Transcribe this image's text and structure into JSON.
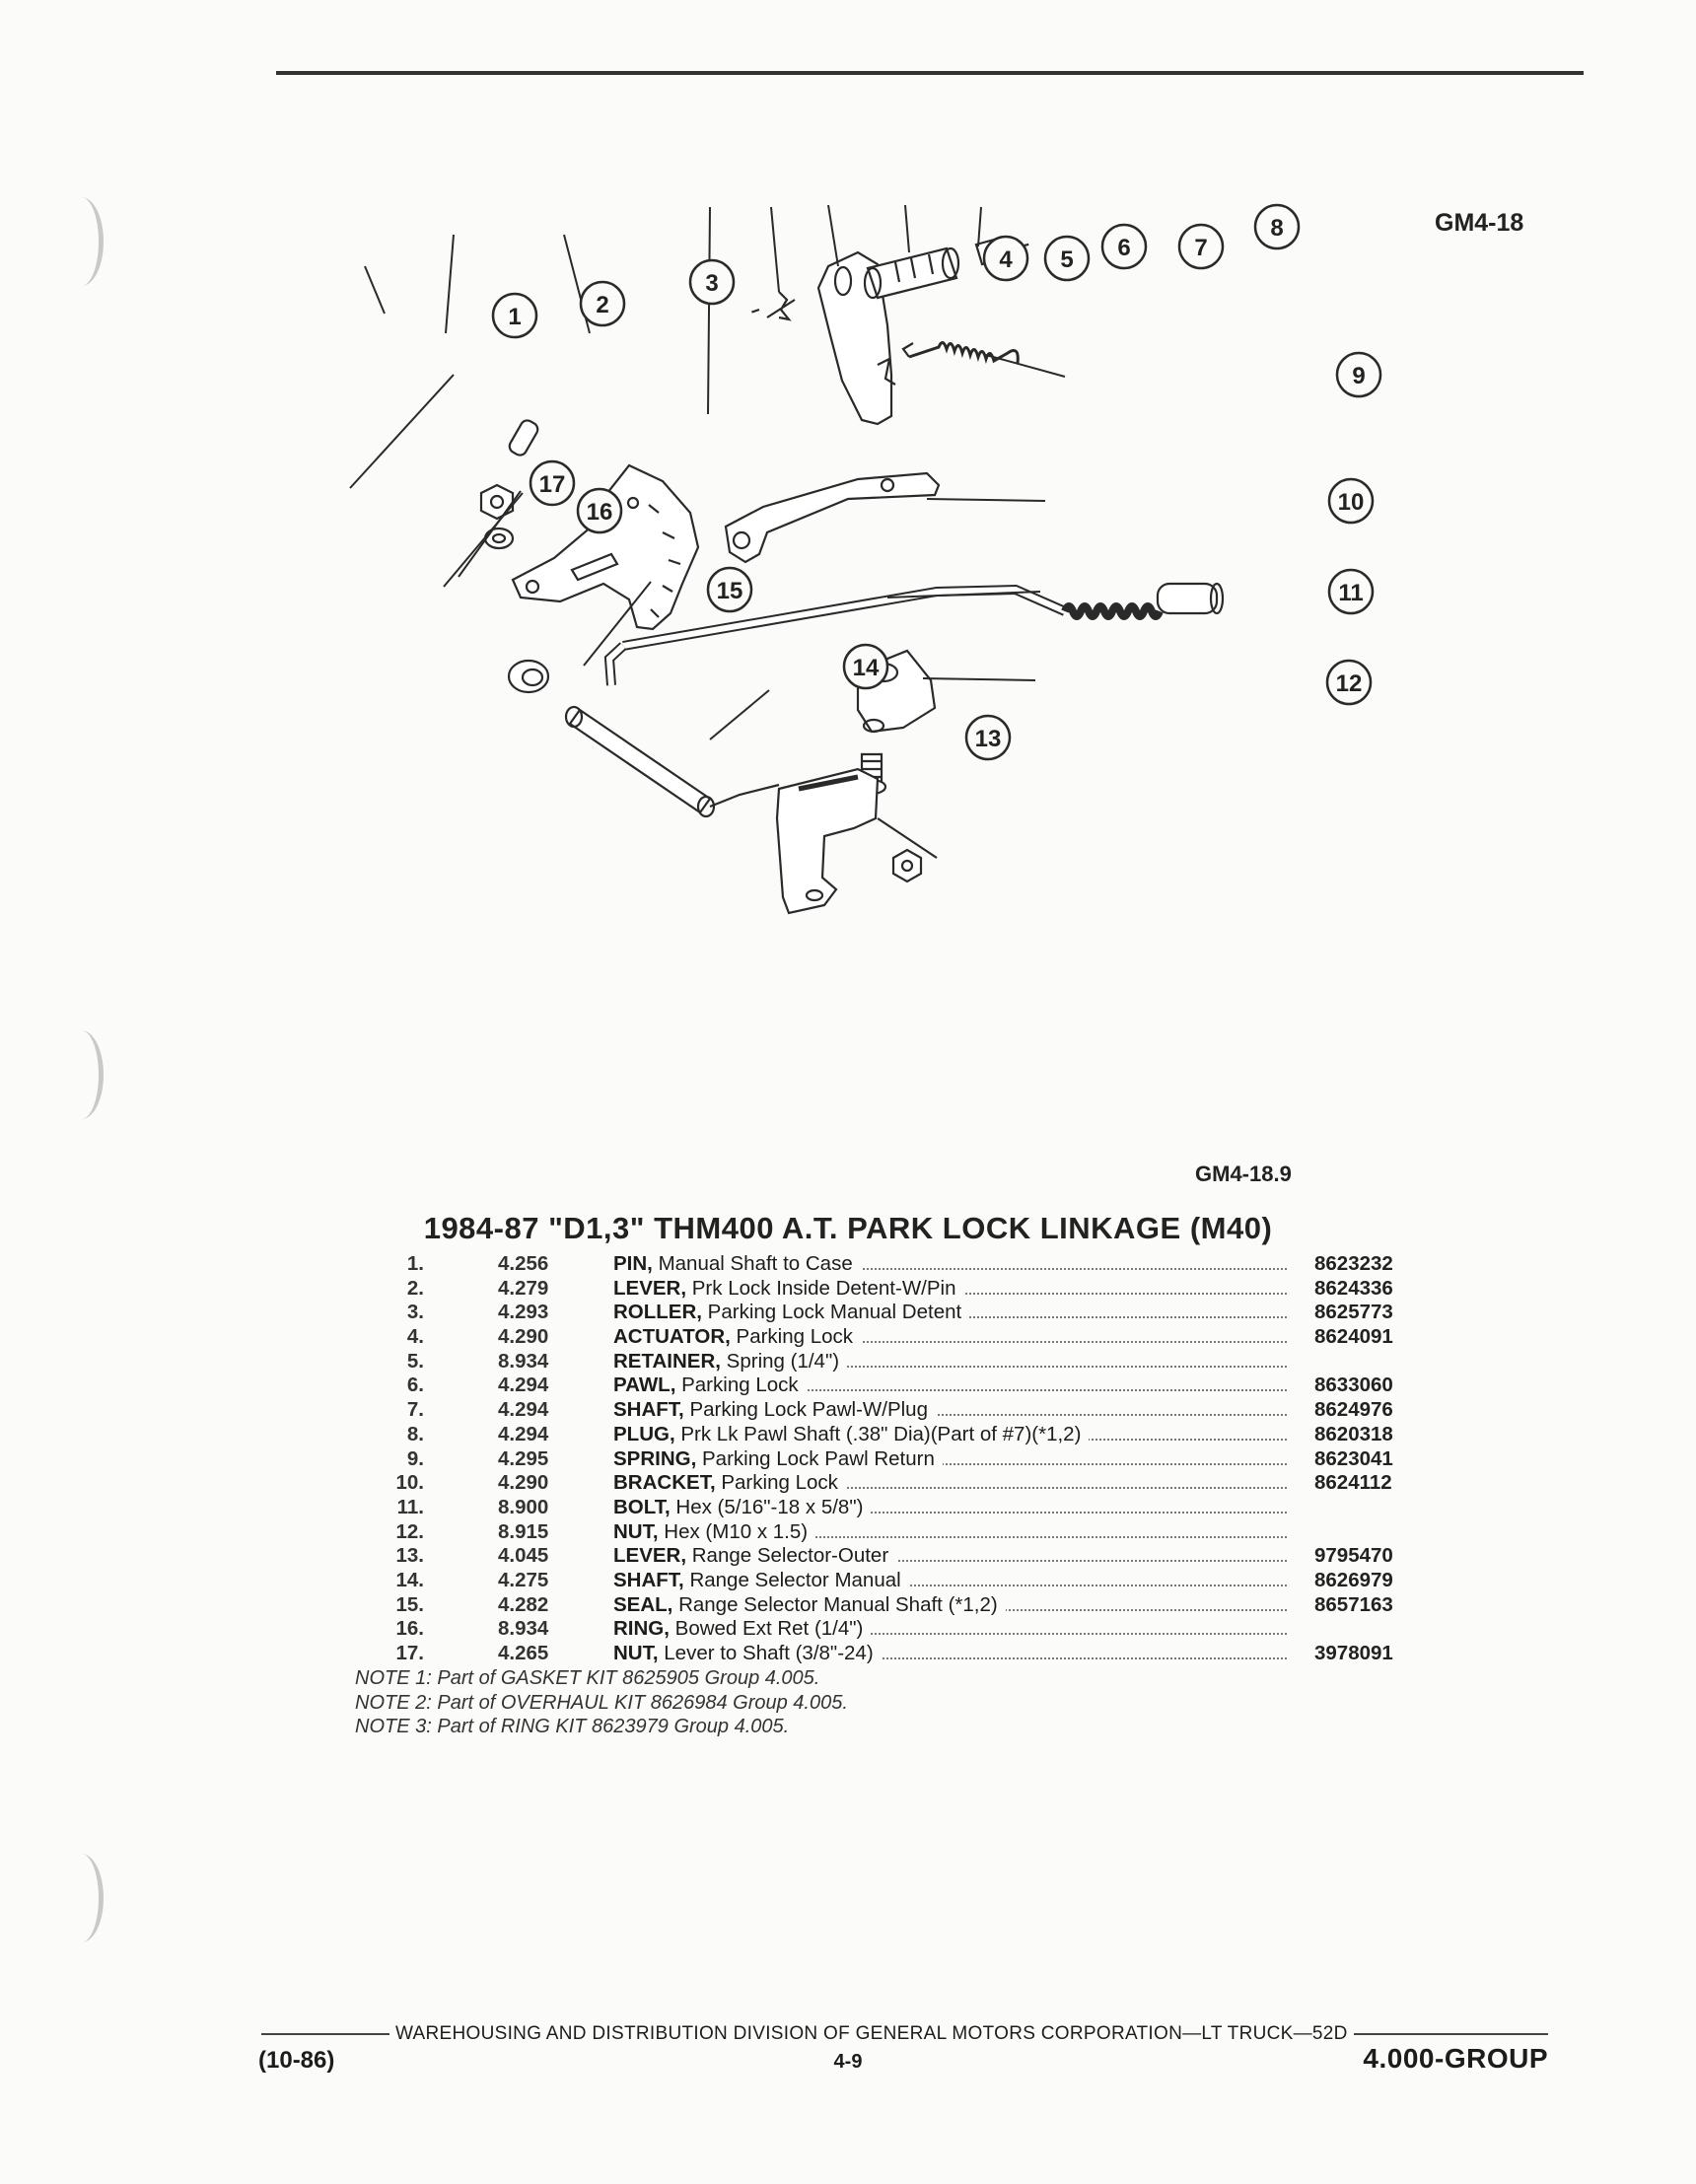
{
  "figure": {
    "code": "GM4-18",
    "sub_code": "GM4-18.9"
  },
  "title": "1984-87 \"D1,3\" THM400 A.T. PARK LOCK LINKAGE (M40)",
  "callouts": [
    "1",
    "2",
    "3",
    "4",
    "5",
    "6",
    "7",
    "8",
    "9",
    "10",
    "11",
    "12",
    "13",
    "14",
    "15",
    "16",
    "17"
  ],
  "parts": [
    {
      "no": "1.",
      "group": "4.256",
      "name": "PIN,",
      "desc": "Manual Shaft to Case",
      "part": "8623232"
    },
    {
      "no": "2.",
      "group": "4.279",
      "name": "LEVER,",
      "desc": "Prk Lock Inside Detent-W/Pin",
      "part": "8624336"
    },
    {
      "no": "3.",
      "group": "4.293",
      "name": "ROLLER,",
      "desc": "Parking Lock Manual Detent",
      "part": "8625773"
    },
    {
      "no": "4.",
      "group": "4.290",
      "name": "ACTUATOR,",
      "desc": "Parking Lock",
      "part": "8624091"
    },
    {
      "no": "5.",
      "group": "8.934",
      "name": "RETAINER,",
      "desc": "Spring (1/4\")",
      "part": ""
    },
    {
      "no": "6.",
      "group": "4.294",
      "name": "PAWL,",
      "desc": "Parking Lock",
      "part": "8633060"
    },
    {
      "no": "7.",
      "group": "4.294",
      "name": "SHAFT,",
      "desc": "Parking Lock Pawl-W/Plug",
      "part": "8624976"
    },
    {
      "no": "8.",
      "group": "4.294",
      "name": "PLUG,",
      "desc": "Prk Lk Pawl Shaft (.38\" Dia)(Part of #7)(*1,2)",
      "part": "8620318"
    },
    {
      "no": "9.",
      "group": "4.295",
      "name": "SPRING,",
      "desc": "Parking Lock Pawl Return",
      "part": "8623041"
    },
    {
      "no": "10.",
      "group": "4.290",
      "name": "BRACKET,",
      "desc": "Parking Lock",
      "part": "8624112"
    },
    {
      "no": "11.",
      "group": "8.900",
      "name": "BOLT,",
      "desc": "Hex (5/16\"-18 x 5/8\")",
      "part": ""
    },
    {
      "no": "12.",
      "group": "8.915",
      "name": "NUT,",
      "desc": "Hex (M10 x 1.5)",
      "part": ""
    },
    {
      "no": "13.",
      "group": "4.045",
      "name": "LEVER,",
      "desc": "Range Selector-Outer",
      "part": "9795470"
    },
    {
      "no": "14.",
      "group": "4.275",
      "name": "SHAFT,",
      "desc": "Range Selector Manual",
      "part": "8626979"
    },
    {
      "no": "15.",
      "group": "4.282",
      "name": "SEAL,",
      "desc": "Range Selector Manual Shaft (*1,2)",
      "part": "8657163"
    },
    {
      "no": "16.",
      "group": "8.934",
      "name": "RING,",
      "desc": "Bowed Ext Ret (1/4\")",
      "part": ""
    },
    {
      "no": "17.",
      "group": "4.265",
      "name": "NUT,",
      "desc": "Lever to Shaft (3/8\"-24)",
      "part": "3978091"
    }
  ],
  "notes": [
    "NOTE 1: Part of GASKET KIT 8625905 Group 4.005.",
    "NOTE 2: Part of OVERHAUL KIT 8626984 Group 4.005.",
    "NOTE 3: Part of RING KIT 8623979 Group 4.005."
  ],
  "footer": {
    "division": "WAREHOUSING AND DISTRIBUTION  DIVISION OF GENERAL MOTORS CORPORATION—LT TRUCK—52D",
    "date": "(10-86)",
    "page": "4-9",
    "group": "4.000-GROUP"
  }
}
